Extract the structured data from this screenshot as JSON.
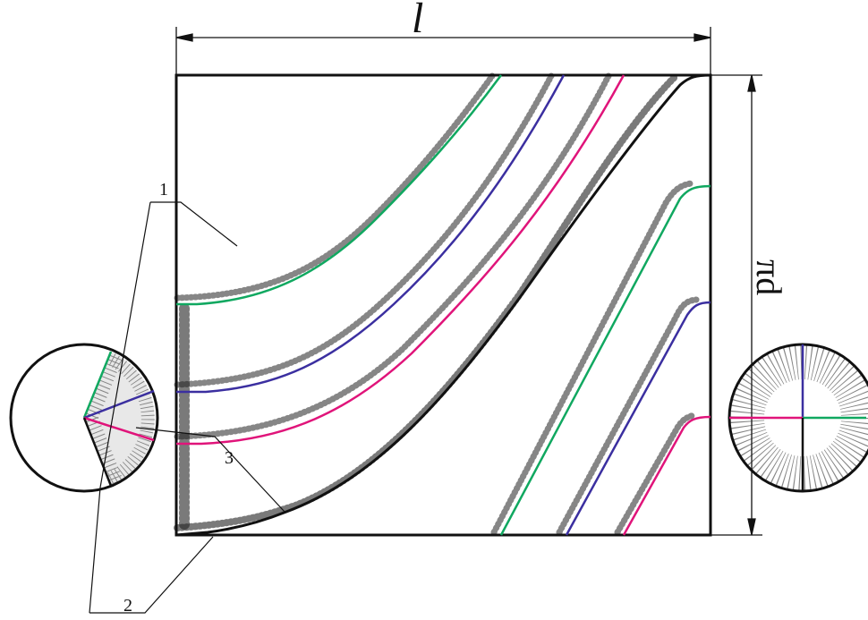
{
  "labels": {
    "length": "l",
    "circumference": "πd",
    "item1": "1",
    "item2": "2",
    "item3": "3"
  },
  "colors": {
    "outline": "#111111",
    "green": "#10a860",
    "blue": "#3b2fa0",
    "magenta": "#e0147a",
    "speckle": "#222222"
  }
}
